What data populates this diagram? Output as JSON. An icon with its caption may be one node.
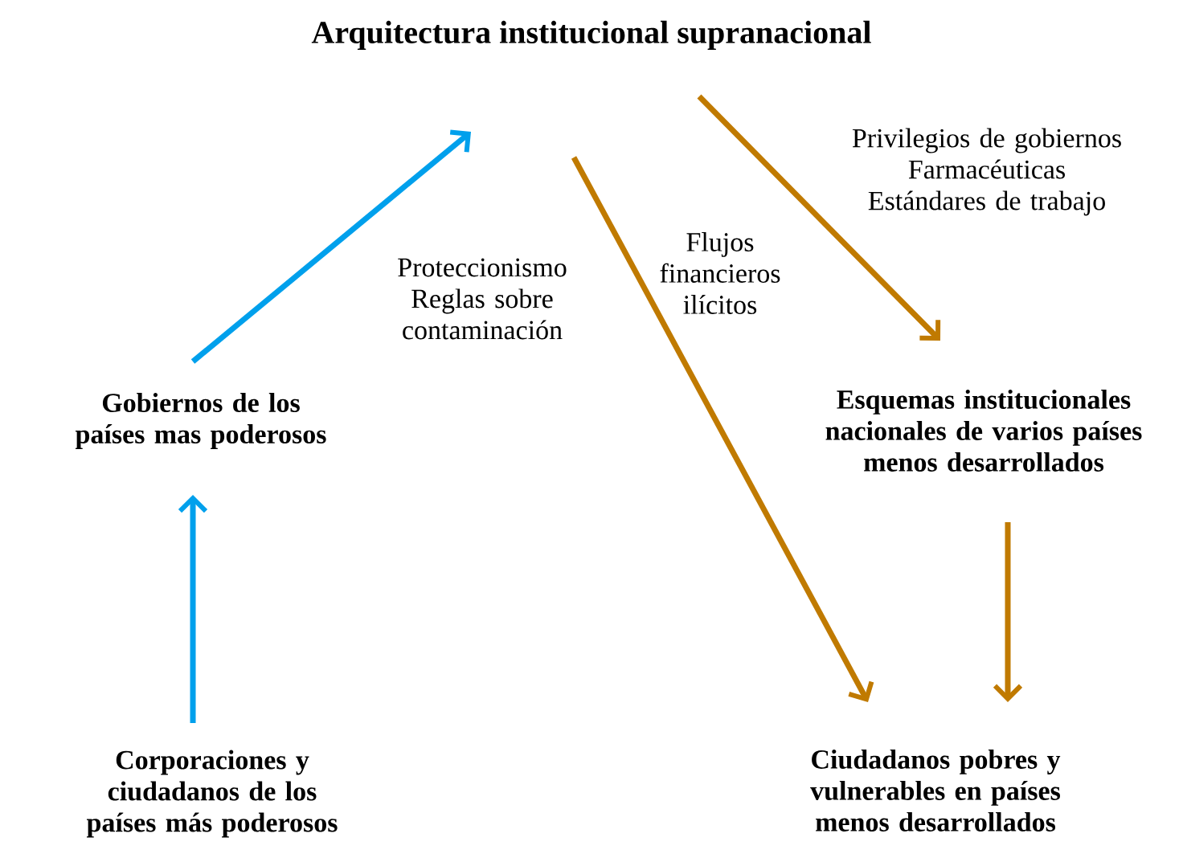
{
  "diagram": {
    "title": "Arquitectura institucional supranacional",
    "nodes": [
      {
        "text": [
          "Gobiernos de los países mas poderosos"
        ]
      },
      {
        "text": [
          "Esquemas institucionales nacionales de varios países menos desarrollados"
        ]
      },
      {
        "text": [
          "Corporaciones y ciudadanos de los países más poderosos"
        ]
      },
      {
        "text": [
          "Ciudadanos pobres y vulnerables en países menos desarrollados"
        ]
      }
    ],
    "edges": [
      {
        "from": 2,
        "to": 0,
        "arrow": "to",
        "color": "#00a0ec"
      },
      {
        "from": 0,
        "to": null,
        "arrow": "to",
        "label": "Proteccionismo Reglas sobre contaminación",
        "color": "#00a0ec"
      },
      {
        "from": null,
        "to": 3,
        "arrow": "to",
        "label": "Flujos financieros ilícitos"
      },
      {
        "from": null,
        "to": 1,
        "arrow": "to",
        "label": "Privilegios de gobiernos Farmacéuticas Estándares de trabajo"
      },
      {
        "from": 1,
        "to": 3,
        "arrow": "to"
      }
    ]
  }
}
